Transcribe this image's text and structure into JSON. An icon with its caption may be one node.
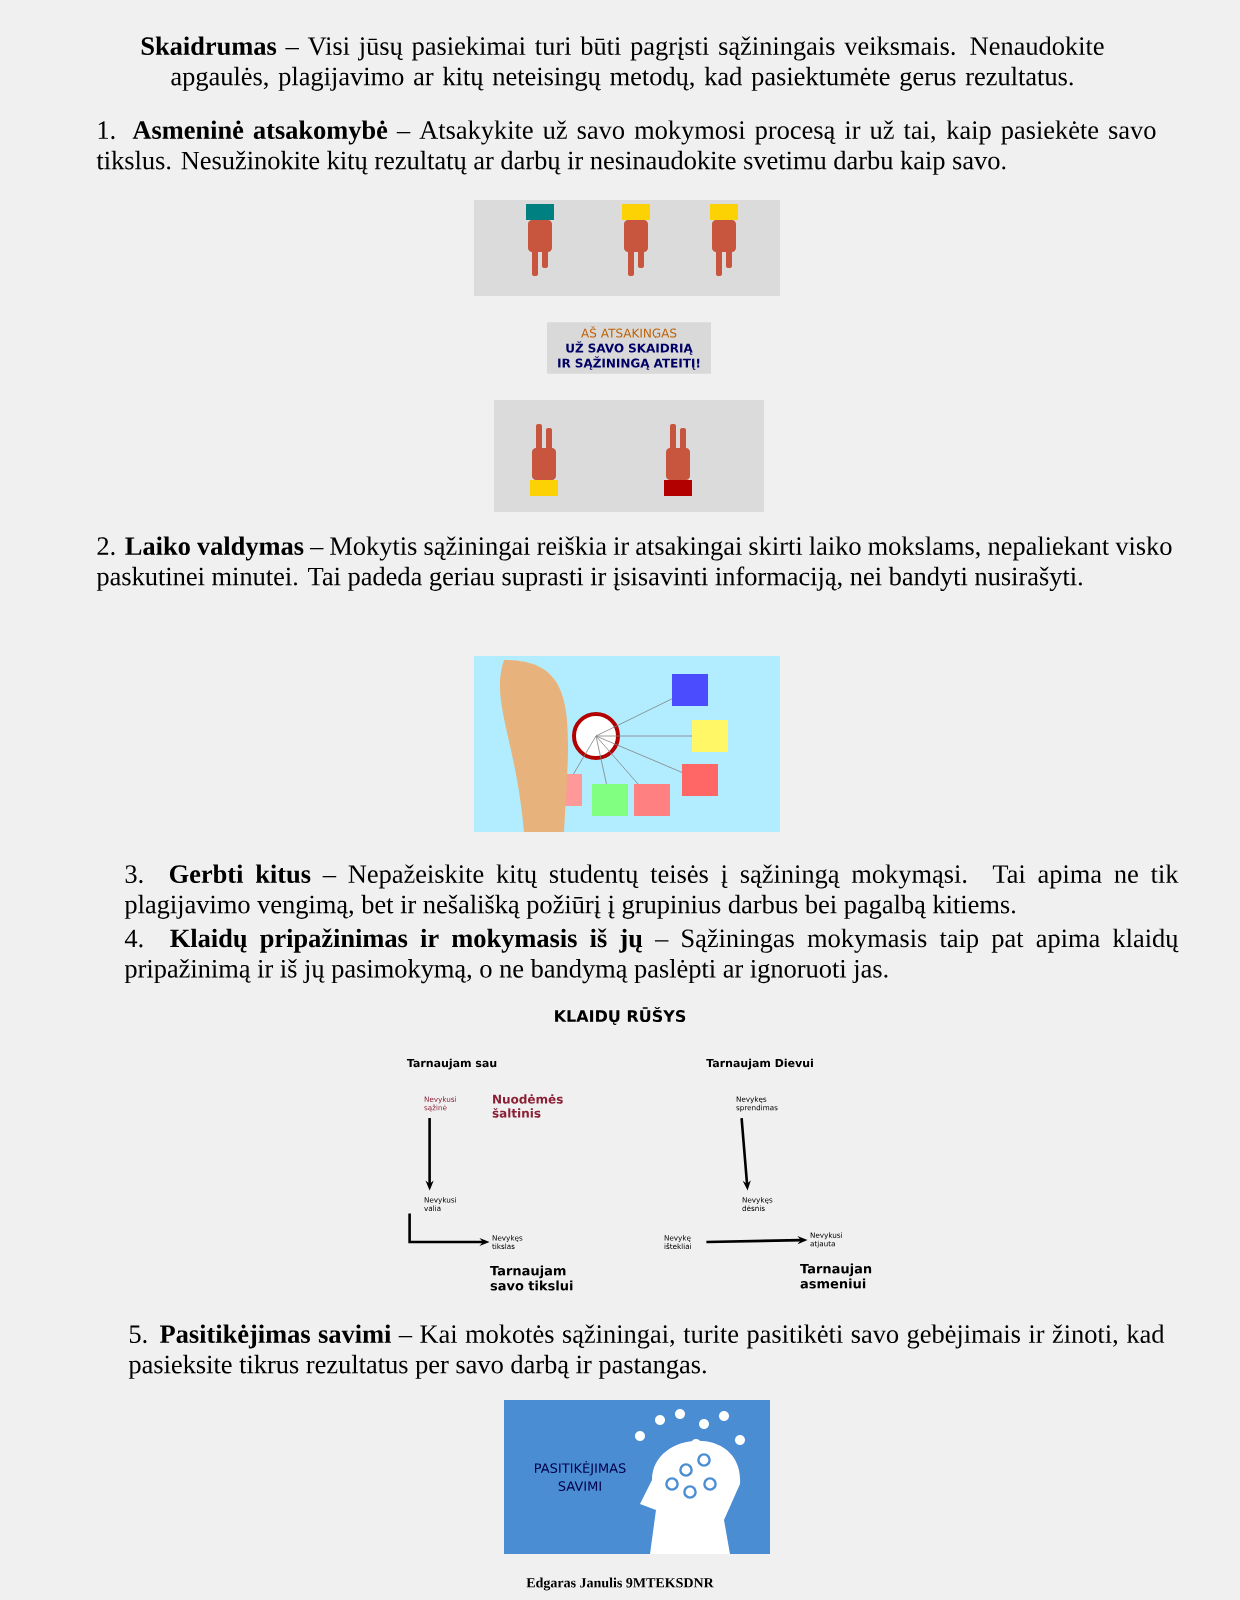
{
  "diagram": {
    "nodes": [
      {
        "text": [
          "AŠ ATSAKINGAS",
          "UŽ SAVO SKAIDRIĄ IR SĄŽININGĄ ATEITĮ!"
        ]
      },
      {
        "text": [
          "Nevykusi sąžinė"
        ]
      },
      {
        "text": [
          "Nevykusi valia"
        ]
      },
      {
        "text": [
          "Nevykęs tikslas"
        ]
      },
      {
        "text": [
          "Nevykęs sprendimas"
        ]
      },
      {
        "text": [
          "Nevykęs dėsnis"
        ]
      },
      {
        "text": [
          "Nevykę ištekliai"
        ]
      },
      {
        "text": [
          "Nevykusi atjauta"
        ]
      },
      {
        "text": [
          "PASITIKĖJIMAS SAVIMI"
        ]
      }
    ],
    "edges": [
      {
        "from": 1,
        "to": 2,
        "arrow": "to"
      },
      {
        "from": 2,
        "to": 3,
        "arrow": "to"
      },
      {
        "from": 4,
        "to": 5,
        "arrow": "to"
      },
      {
        "from": 6,
        "to": 7,
        "arrow": "to"
      }
    ],
    "labels": [
      "**Skaidrumas** – Visi jūsų pasiekimai turi būti pagrįsti sąžiningais veiksmais. Nenaudokite apgaulės, plagijavimo ar kitų neteisingų metodų, kad pasiektumėte gerus rezultatus.",
      "1. **Asmeninė atsakomybė** – Atsakykite už savo mokymosi procesą ir už tai, kaip pasiekėte savo tikslus. Nesužinokite kitų rezultatų ar darbų ir nesinaudokite svetimu darbu kaip savo.",
      "2. **Laiko valdymas** – Mokytis sąžiningai reiškia ir atsakingai skirti laiko mokslams, nepaliekant visko paskutinei minutei. Tai padeda geriau suprasti ir įsisavinti informaciją, nei bandyti nusirašyti.",
      "3. **Gerbti kitus** – Nepažeiskite kitų studentų teisės į sąžiningą mokymąsi. Tai apima ne tik plagijavimo vengimą, bet ir nešališką požiūrį į grupinius darbus bei pagalbą kitiems.",
      "4. **Klaidų pripažinimas ir mokymasis iš jų** – Sąžiningas mokymasis taip pat apima klaidų pripažinimą ir iš jų pasimokymą, o ne bandymą paslėpti ar ignoruoti jas.",
      "KLAIDŲ RŪŠYS",
      "Tarnaujam sau",
      "Nuodėmės šaltinis",
      "Tarnaujam Dievui",
      "Tarnaujam savo tikslui",
      "Tarnaujan asmeniui",
      "5. **Pasitikėjimas savimi** – Kai mokotės sąžiningai, turite pasitikėti savo gebėjimais ir žinoti, kad pasieksite tikrus rezultatus per savo darbą ir pastangas.",
      "Edgaras Janulis 9MTEKSDNR"
    ]
  }
}
